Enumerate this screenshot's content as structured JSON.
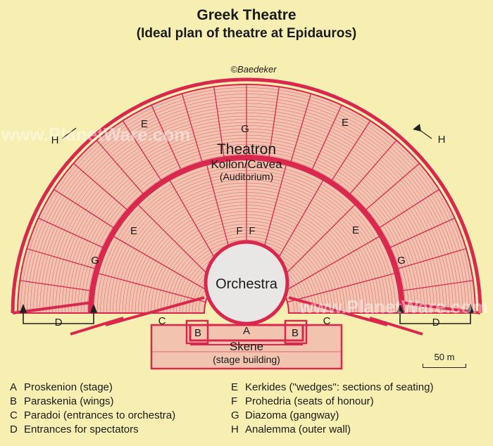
{
  "title": "Greek Theatre",
  "subtitle": "(Ideal plan of theatre at Epidauros)",
  "copyright": "©Baedeker",
  "watermark": "www.PlanetWare.com",
  "labels": {
    "theatron": "Theatron",
    "koilon": "Koilon/Cavea",
    "auditorium": "(Auditorium)",
    "orchestra": "Orchestra",
    "skene": "Skene",
    "stage_building": "(stage building)",
    "A": "A",
    "B": "B",
    "C": "C",
    "D": "D",
    "E": "E",
    "F": "F",
    "G": "G",
    "H": "H"
  },
  "scale_label": "50 m",
  "legend_left": [
    {
      "key": "A",
      "text": "Proskenion (stage)"
    },
    {
      "key": "B",
      "text": "Paraskenia (wings)"
    },
    {
      "key": "C",
      "text": "Paradoi (entrances to orchestra)"
    },
    {
      "key": "D",
      "text": "Entrances for spectators"
    }
  ],
  "legend_right": [
    {
      "key": "E",
      "text": "Kerkides (\"wedges\": sections of seating)"
    },
    {
      "key": "F",
      "text": "Prohedria (seats of honour)"
    },
    {
      "key": "G",
      "text": "Diazoma (gangway)"
    },
    {
      "key": "H",
      "text": "Analemma (outer wall)"
    }
  ],
  "colors": {
    "background": "#f7efb2",
    "seating": "#f2c4b0",
    "lines": "#d9274d",
    "orchestra": "#e9e6e6"
  }
}
